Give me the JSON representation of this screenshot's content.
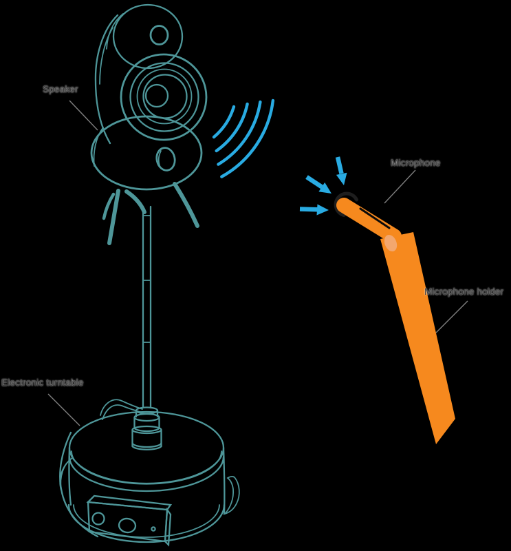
{
  "page": {
    "background": "#000000"
  },
  "labels": {
    "speaker": "Speaker",
    "microphone": "Microphone",
    "microphone_holder": "Microphone holder",
    "electronic_turntable": "Electronic turntable"
  },
  "colors": {
    "background": "#000000",
    "line_teal": "#4E9699",
    "wave_blue": "#29ABE2",
    "holder_orange": "#F6891E",
    "holder_highlight": "#F3A76E",
    "microphone_black": "#1E1E1E",
    "slit_black": "#0A0A0A",
    "leader_gray": "#7F7F7F",
    "label_text": "#3B3B3B"
  }
}
